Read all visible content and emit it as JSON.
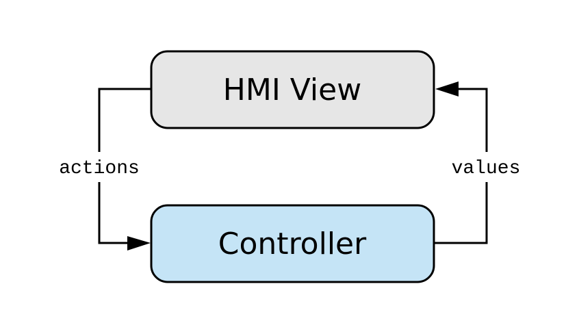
{
  "nodes": {
    "hmi_view": {
      "label": "HMI View",
      "fill": "#e6e6e6"
    },
    "controller": {
      "label": "Controller",
      "fill": "#c5e4f6"
    }
  },
  "edges": {
    "actions": {
      "label": "actions",
      "from": "HMI View",
      "to": "Controller"
    },
    "values": {
      "label": "values",
      "from": "Controller",
      "to": "HMI View"
    }
  },
  "colors": {
    "stroke": "#000000",
    "background": "#ffffff"
  }
}
